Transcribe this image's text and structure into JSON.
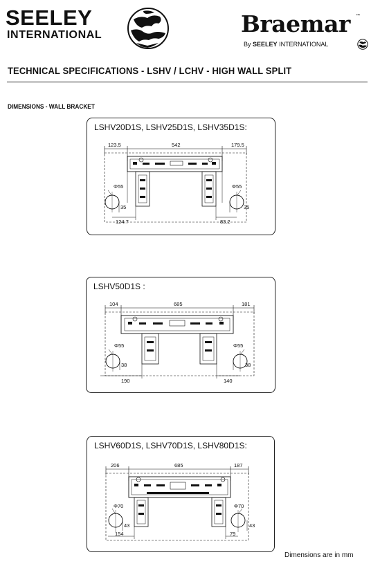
{
  "header": {
    "brand_primary": "SEELEY",
    "brand_secondary": "INTERNATIONAL",
    "brand_logo_icon": "globe-icon",
    "partner_brand": "Braemar",
    "trademark": "™",
    "partner_byline_prefix": "By",
    "partner_byline_brand": "SEELEY",
    "partner_byline_suffix": "INTERNATIONAL"
  },
  "page": {
    "title": "TECHNICAL SPECIFICATIONS  -  LSHV / LCHV - HIGH WALL SPLIT",
    "section_heading": "DIMENSIONS - WALL BRACKET",
    "footnote": "Dimensions are in mm"
  },
  "diagrams": [
    {
      "label": "LSHV20D1S, LSHV25D1S, LSHV35D1S:",
      "dim_left": "123.5",
      "dim_center": "542",
      "dim_right": "179.5",
      "hole_left_diameter": "Φ55",
      "hole_right_diameter": "Φ55",
      "hole_left_height": "35",
      "hole_right_height": "35",
      "offset_left": "124.7",
      "offset_right": "83.2"
    },
    {
      "label": "LSHV50D1S :",
      "dim_left": "104",
      "dim_center": "685",
      "dim_right": "181",
      "hole_left_diameter": "Φ55",
      "hole_right_diameter": "Φ55",
      "hole_left_height": "38",
      "hole_right_height": "38",
      "offset_left": "190",
      "offset_right": "140"
    },
    {
      "label": "LSHV60D1S, LSHV70D1S, LSHV80D1S:",
      "dim_left": "206",
      "dim_center": "685",
      "dim_right": "187",
      "hole_left_diameter": "Φ70",
      "hole_right_diameter": "Φ70",
      "hole_left_height": "43",
      "hole_right_height": "43",
      "offset_left": "154",
      "offset_right": "79"
    }
  ]
}
